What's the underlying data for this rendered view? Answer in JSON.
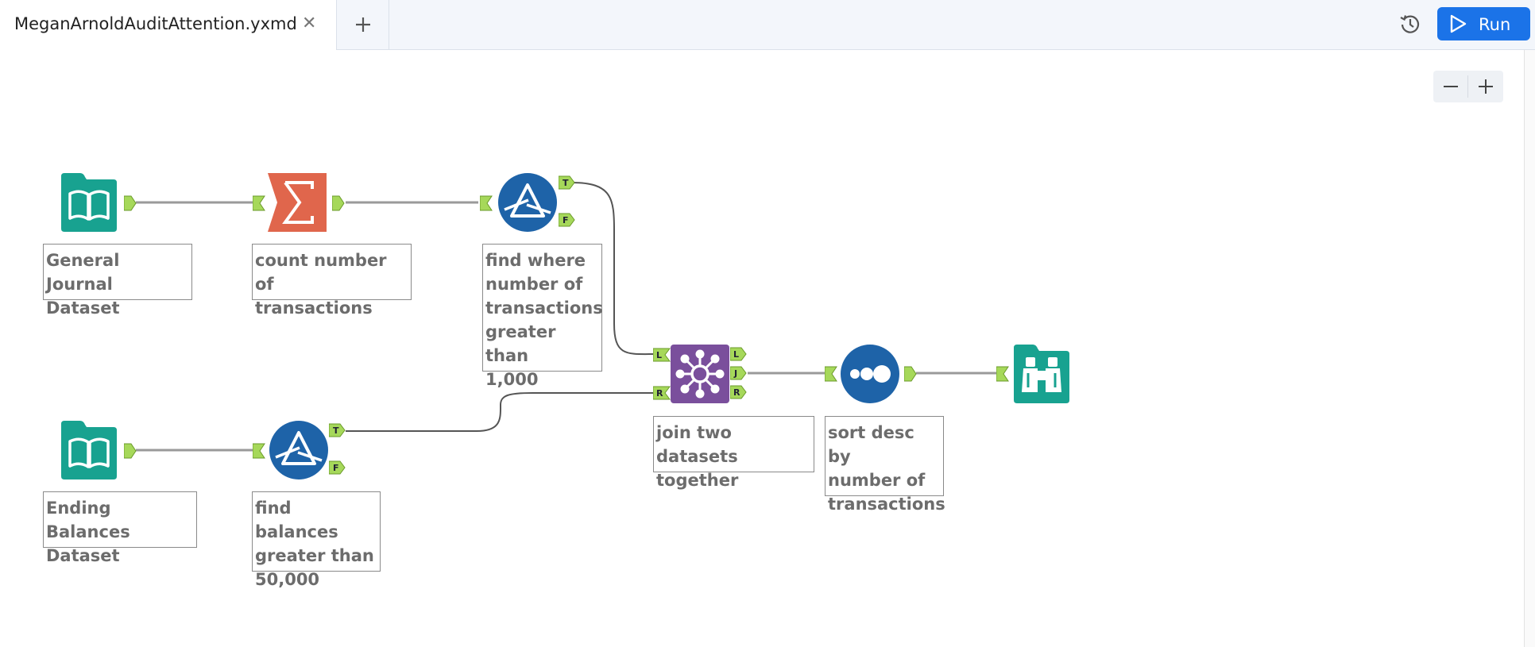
{
  "tab": {
    "title": "MeganArnoldAuditAttention.yxmd",
    "close_icon": "close-icon"
  },
  "toolbar": {
    "run_label": "Run",
    "history_icon": "history-icon",
    "new_tab_icon": "plus-icon"
  },
  "zoom": {
    "out_icon": "minus-icon",
    "in_icon": "plus-icon"
  },
  "colors": {
    "input_tool": "#18a290",
    "summarize_tool": "#e0664c",
    "filter_tool": "#1e63a8",
    "join_tool": "#7a4f9c",
    "sort_tool": "#1e63a8",
    "browse_tool": "#18a290",
    "anchor": "#a6d85a",
    "run_button": "#1b73e8"
  },
  "workflow": {
    "nodes": [
      {
        "id": "input1",
        "tool": "input-data",
        "icon": "book-icon",
        "label": "General Journal\nDataset"
      },
      {
        "id": "summarize1",
        "tool": "summarize",
        "icon": "sigma-icon",
        "label": "count number of\ntransactions"
      },
      {
        "id": "filter1",
        "tool": "filter",
        "icon": "filter-icon",
        "label": "find where\nnumber of\ntransactions\ngreater than\n1,000"
      },
      {
        "id": "input2",
        "tool": "input-data",
        "icon": "book-icon",
        "label": "Ending Balances\nDataset"
      },
      {
        "id": "filter2",
        "tool": "filter",
        "icon": "filter-icon",
        "label": "find balances\ngreater than\n50,000"
      },
      {
        "id": "join1",
        "tool": "join",
        "icon": "join-icon",
        "label": "join two datasets\ntogether"
      },
      {
        "id": "sort1",
        "tool": "sort",
        "icon": "sort-icon",
        "label": "sort desc by\nnumber of\ntransactions"
      },
      {
        "id": "browse1",
        "tool": "browse",
        "icon": "binoculars-icon",
        "label": ""
      }
    ],
    "anchor_letters": {
      "true": "T",
      "false": "F",
      "left": "L",
      "right": "R",
      "join": "J"
    },
    "connections": [
      {
        "from": "input1",
        "to": "summarize1"
      },
      {
        "from": "summarize1",
        "to": "filter1"
      },
      {
        "from": "filter1",
        "from_anchor": "T",
        "to": "join1",
        "to_anchor": "L"
      },
      {
        "from": "input2",
        "to": "filter2"
      },
      {
        "from": "filter2",
        "from_anchor": "T",
        "to": "join1",
        "to_anchor": "R"
      },
      {
        "from": "join1",
        "from_anchor": "J",
        "to": "sort1"
      },
      {
        "from": "sort1",
        "to": "browse1"
      }
    ]
  }
}
